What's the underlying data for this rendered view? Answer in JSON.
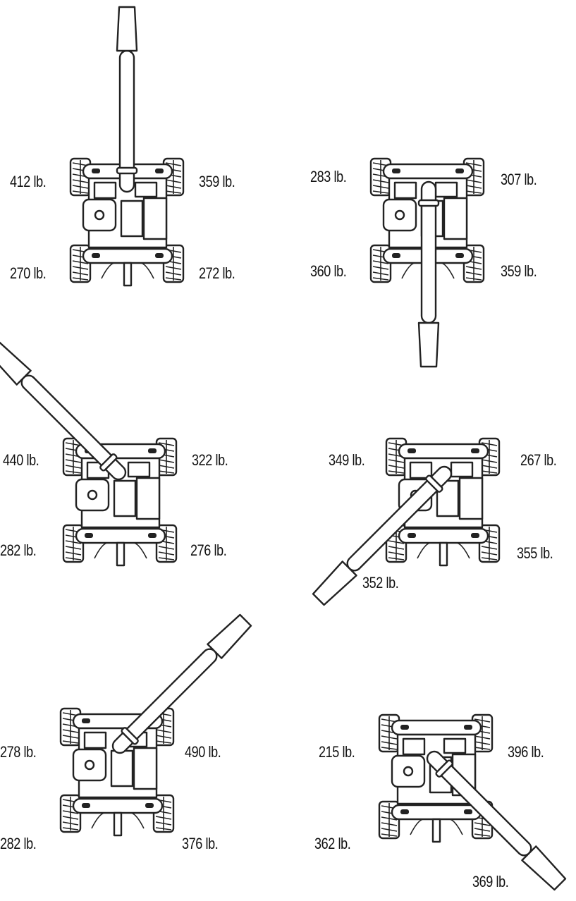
{
  "figure": {
    "panels": [
      {
        "id": "p1",
        "boom_angle_deg": 0,
        "labels": {
          "front_left": "412 lb.",
          "front_right": "359 lb.",
          "rear_left": "270 lb.",
          "rear_right": "272 lb."
        }
      },
      {
        "id": "p2",
        "boom_angle_deg": 180,
        "labels": {
          "front_left": "283 lb.",
          "front_right": "307 lb.",
          "rear_left": "360 lb.",
          "rear_right": "359 lb."
        }
      },
      {
        "id": "p3",
        "boom_angle_deg": -45,
        "labels": {
          "front_left": "440 lb.",
          "front_right": "322 lb.",
          "rear_left": "282 lb.",
          "rear_right": "276 lb."
        }
      },
      {
        "id": "p4",
        "boom_angle_deg": 225,
        "labels": {
          "front_left": "349 lb.",
          "front_right": "267 lb.",
          "rear_right": "355 lb.",
          "boom_tip": "352 lb."
        }
      },
      {
        "id": "p5",
        "boom_angle_deg": 45,
        "labels": {
          "front_left": "278 lb.",
          "front_right": "490 lb.",
          "rear_left": "282 lb.",
          "rear_right": "376 lb."
        }
      },
      {
        "id": "p6",
        "boom_angle_deg": 135,
        "labels": {
          "front_left": "215 lb.",
          "front_right": "396 lb.",
          "rear_left": "362 lb.",
          "boom_tip": "369 lb."
        }
      }
    ]
  }
}
